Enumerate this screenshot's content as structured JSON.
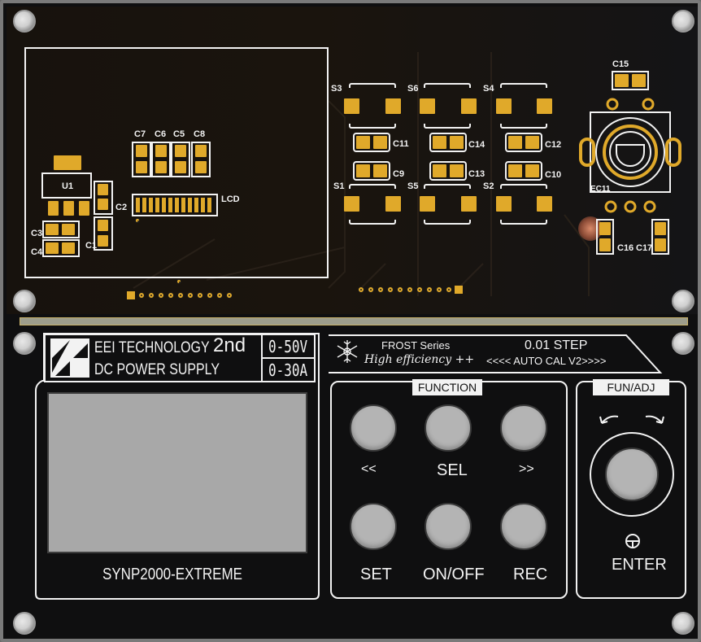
{
  "board": {
    "components": {
      "u1": "U1",
      "c1": "C1",
      "c2": "C2",
      "c3": "C3",
      "c4": "C4",
      "c5": "C5",
      "c6": "C6",
      "c7": "C7",
      "c8": "C8",
      "c9": "C9",
      "c10": "C10",
      "c11": "C11",
      "c12": "C12",
      "c13": "C13",
      "c14": "C14",
      "c15": "C15",
      "c16": "C16",
      "c17": "C17",
      "lcd": "LCD",
      "ec11": "EC11",
      "s1": "S1",
      "s2": "S2",
      "s3": "S3",
      "s4": "S4",
      "s5": "S5",
      "s6": "S6"
    }
  },
  "panel": {
    "brand_line1": "EEI TECHNOLOGY",
    "brand_edition": "2nd",
    "brand_line2": "DC POWER SUPPLY",
    "voltage_range": "0-50V",
    "current_range": "0-30A",
    "series_name": "FROST Series",
    "series_tagline": "High efficiency ++",
    "step": "0.01 STEP",
    "auto_cal": "<<<< AUTO CAL  V2>>>>",
    "model": "SYNP2000-EXTREME",
    "function_title": "FUNCTION",
    "fun_adj_title": "FUN/ADJ",
    "buttons": {
      "left": "<<",
      "sel": "SEL",
      "right": ">>",
      "set": "SET",
      "onoff": "ON/OFF",
      "rec": "REC",
      "enter": "ENTER"
    }
  }
}
